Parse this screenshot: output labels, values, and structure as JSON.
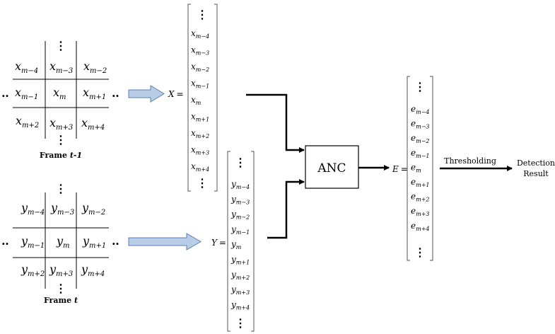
{
  "frame_prev": {
    "caption_prefix": "Frame ",
    "caption_var": "t-1",
    "var": "x",
    "cells": [
      {
        "sub": "m−4"
      },
      {
        "sub": "m−3"
      },
      {
        "sub": "m−2"
      },
      {
        "sub": "m−1"
      },
      {
        "sub": "m"
      },
      {
        "sub": "m+1"
      },
      {
        "sub": "m+2"
      },
      {
        "sub": "m+3"
      },
      {
        "sub": "m+4"
      }
    ]
  },
  "frame_curr": {
    "caption_prefix": "Frame ",
    "caption_var": "t",
    "var": "y",
    "cells": [
      {
        "sub": "m−4"
      },
      {
        "sub": "m−3"
      },
      {
        "sub": "m−2"
      },
      {
        "sub": "m−1"
      },
      {
        "sub": "m"
      },
      {
        "sub": "m+1"
      },
      {
        "sub": "m+2"
      },
      {
        "sub": "m+3"
      },
      {
        "sub": "m+4"
      }
    ]
  },
  "vector_x": {
    "label": "X",
    "equals": "=",
    "var": "x",
    "subs": [
      "m−4",
      "m−3",
      "m−2",
      "m−1",
      "m",
      "m+1",
      "m+2",
      "m+3",
      "m+4"
    ]
  },
  "vector_y": {
    "label": "Y",
    "equals": "=",
    "var": "y",
    "subs": [
      "m−4",
      "m−3",
      "m−2",
      "m−1",
      "m",
      "m+1",
      "m+2",
      "m+3",
      "m+4"
    ]
  },
  "vector_e": {
    "label": "E",
    "equals": "=",
    "var": "e",
    "subs": [
      "m−4",
      "m−3",
      "m−2",
      "m−1",
      "m",
      "m+1",
      "m+2",
      "m+3",
      "m+4"
    ]
  },
  "anc_box": {
    "label": "ANC"
  },
  "thresholding": {
    "label": "Thresholding"
  },
  "result": {
    "line1": "Detection",
    "line2": "Result"
  },
  "ellipsis": {
    "vertical": "⋮",
    "horizontal": "‥"
  },
  "colors": {
    "block_arrow_fill": "#b9cde6",
    "block_arrow_stroke": "#5b7fb5"
  }
}
